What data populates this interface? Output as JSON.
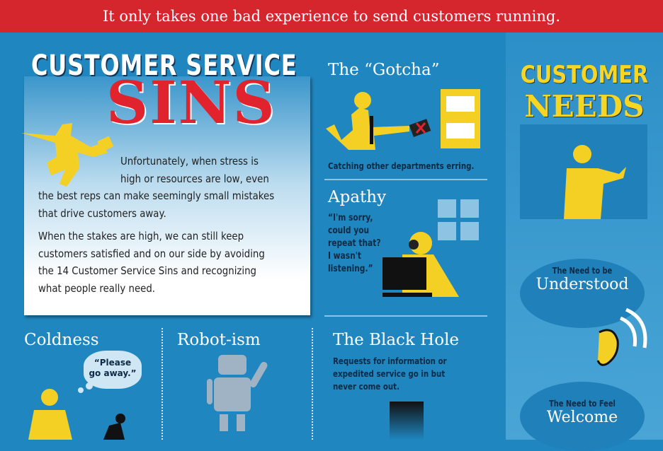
{
  "banner": "It only takes one bad experience to send customers running.",
  "intro": {
    "title_top": "CUSTOMER SERVICE",
    "title_main": "SINS",
    "para1": [
      "Unfortunately, when stress is",
      "high or resources are low, even",
      "the best reps can make seemingly small mistakes",
      "that drive customers away."
    ],
    "para2": [
      "When the stakes are high, we can still keep",
      "customers satisfied and on our side by avoiding",
      "the 14 Customer Service Sins and recognizing",
      "what people really need."
    ]
  },
  "gotcha": {
    "title": "The “Gotcha”",
    "caption": "Catching other departments erring."
  },
  "apathy": {
    "title": "Apathy",
    "quote": [
      "“I'm sorry,",
      "could you",
      "repeat that?",
      "I wasn't",
      "listening.”"
    ]
  },
  "coldness": {
    "title": "Coldness",
    "quote": "“Please go away.”"
  },
  "robotism": {
    "title": "Robot-ism"
  },
  "blackhole": {
    "title": "The Black Hole",
    "caption": [
      "Requests for information or",
      "expedited service go in but",
      "never come out."
    ]
  },
  "needs": {
    "title1": "CUSTOMER",
    "title2": "NEEDS",
    "items": [
      {
        "small": "The Need to be",
        "big": "Understood"
      },
      {
        "small": "The Need to Feel",
        "big": "Welcome"
      }
    ]
  },
  "colors": {
    "banner": "#d5262e",
    "background": "#1f86bf",
    "accent": "#f7d523",
    "sins": "#e0232d"
  }
}
